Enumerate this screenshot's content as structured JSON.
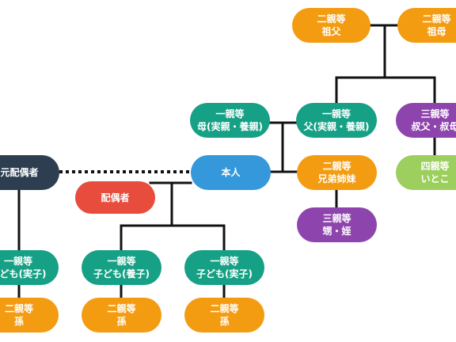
{
  "nodes": {
    "grandfather": {
      "degree": "二親等",
      "relation": "祖父"
    },
    "grandmother": {
      "degree": "二親等",
      "relation": "祖母"
    },
    "mother": {
      "degree": "一親等",
      "relation": "母(実親・養親)"
    },
    "father": {
      "degree": "一親等",
      "relation": "父(実親・養親)"
    },
    "uncle_aunt": {
      "degree": "三親等",
      "relation": "叔父・叔母"
    },
    "cousin": {
      "degree": "四親等",
      "relation": "いとこ"
    },
    "former_spouse": {
      "relation": "元配偶者"
    },
    "self": {
      "relation": "本人"
    },
    "siblings": {
      "degree": "二親等",
      "relation": "兄弟姉妹"
    },
    "spouse": {
      "relation": "配偶者"
    },
    "nephew_niece": {
      "degree": "三親等",
      "relation": "甥・姪"
    },
    "child_former": {
      "degree": "一親等",
      "relation": "子ども(実子)"
    },
    "child_adopted": {
      "degree": "一親等",
      "relation": "子ども(養子)"
    },
    "child_biological": {
      "degree": "一親等",
      "relation": "子ども(実子)"
    },
    "grandchild_1": {
      "degree": "二親等",
      "relation": "孫"
    },
    "grandchild_2": {
      "degree": "二親等",
      "relation": "孫"
    },
    "grandchild_3": {
      "degree": "二親等",
      "relation": "孫"
    }
  }
}
